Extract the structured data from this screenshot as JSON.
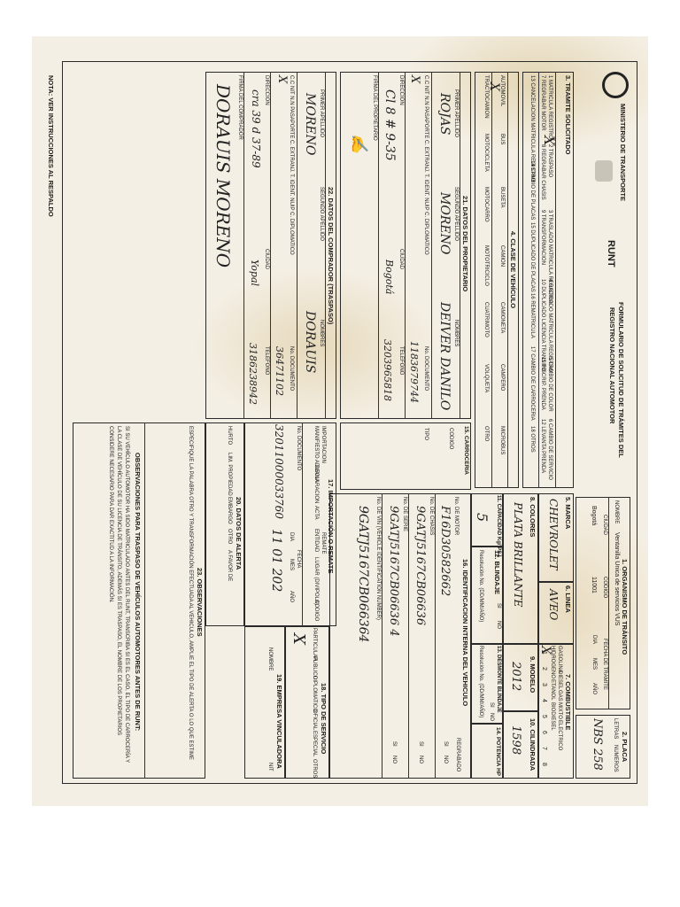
{
  "header": {
    "ministry": "MINISTERIO DE TRANSPORTE",
    "form_title_1": "FORMULARIO DE SOLICITUD DE TRÁMITES DEL",
    "form_title_2": "REGISTRO NACIONAL AUTOMOTOR",
    "runt_logo": "RUNT"
  },
  "organismo": {
    "section": "1. ORGANISMO DE TRÁNSITO",
    "nombre_label": "NOMBRE",
    "nombre_value": "Ventanilla Unica de servicios VUS",
    "ciudad_label": "CIUDAD",
    "ciudad_value": "Bogotá",
    "codigo_label": "CODIGO",
    "codigo_value": "11001",
    "fecha_label": "FECHA DE TRAMITE",
    "dia": "DIA",
    "mes": "MES",
    "ano": "AÑO"
  },
  "placa": {
    "section": "2. PLACA",
    "letras": "LETRAS",
    "numeros": "NUMEROS",
    "value": "NBS 258"
  },
  "tramite": {
    "section": "3. TRAMITE SOLICITADO",
    "items": [
      "1 MATRICULA REGISTRO",
      "2 TRASPASO",
      "3 TRASLADO MATRICULA REGISTRO",
      "4 RADICADO MATRICULA REGISTRO",
      "5 CAMBIO DE COLOR",
      "6 CAMBIO DE SERVICIO",
      "7 REGRABAR MOTOR",
      "8 REGRABAR CHASIS",
      "9 TRANSFORMACION",
      "10 DUPLICADO LICENCIA TRANSITO",
      "11 INSCRIP. PRENDA",
      "12 LEVANTA PRENDA",
      "13 CANCELACION MATRICULA REGISTRO",
      "14 CAMBIO DE PLACAS",
      "15 DUPLICADO DE PLACAS",
      "16 REMATRICULA",
      "17 CAMBIO DE CARROCERIA",
      "18 OTROS"
    ],
    "marked": "X"
  },
  "clase": {
    "section": "4. CLASE DE VEHÍCULO",
    "items": [
      "AUTOMOVIL",
      "BUS",
      "BUSETA",
      "CAMION",
      "CAMIONETA",
      "CAMPERO",
      "MICROBUS",
      "TRACTOCAMION",
      "MOTOCICLETA",
      "MOTOCARRO",
      "MOTOTRICICLO",
      "CUATRIMOTO",
      "VOLQUETA",
      "OTRO"
    ],
    "marked": "X"
  },
  "marca": {
    "section": "5. MARCA",
    "value": "CHEVROLET"
  },
  "linea": {
    "section": "6. LINEA",
    "value": "AVEO"
  },
  "combustible": {
    "section": "7. COMBUSTIBLE",
    "items": [
      "GASOLINA",
      "DIESEL",
      "GAS",
      "MIXTO",
      "ELECTRICO",
      "HIDROGENO",
      "ETANOL",
      "BIODIESEL"
    ],
    "nums": [
      "1",
      "2",
      "3",
      "4",
      "5",
      "6",
      "7",
      "8"
    ],
    "marked": "X"
  },
  "colores": {
    "section": "8. COLORES",
    "value": "PLATA BRILLANTE"
  },
  "modelo": {
    "section": "9. MODELO",
    "value": "2012"
  },
  "cilindrada": {
    "section": "10. CILINDRADA",
    "value": "1598"
  },
  "capacidad": {
    "section": "11. CAPACIDAD Kg/ PSJ",
    "value": "5"
  },
  "blindaje": {
    "section": "12. BLINDAJE",
    "si": "SI",
    "no": "NO",
    "resolucion": "Resolución No. (DD/MM/AÑO)"
  },
  "desmonte": {
    "section": "13. DESMONTE BLINDAJE",
    "si": "SI",
    "no": "NO",
    "resolucion": "Resolución No. (DD/MM/AÑO)"
  },
  "potencia": {
    "section": "14. POTENCIA HP"
  },
  "carroceria": {
    "section": "15. CARROCERIA",
    "codigo": "CODIGO",
    "tipo": "TIPO"
  },
  "identificacion": {
    "section": "16. IDENTIFICACION INTERNA DEL VEHICULO",
    "motor_label": "No. DE MOTOR",
    "motor_value": "F16D30582662",
    "chasis_label": "No. DE CHASIS",
    "chasis_value": "9GATJ5167CB06636",
    "serie_label": "No. DE SERIE",
    "serie_value": "9GATJ5167CB06636 4",
    "vin_label": "No. DE VIN (VEHICLE IDENTIFICATION NUMBER)",
    "vin_value": "9GATJ5167CB066364",
    "regrabado": "REGRABADO",
    "si": "SI",
    "no": "NO"
  },
  "importacion": {
    "section": "17. IMPORTACIÓN O REMATE",
    "importacion": "IMPORTACION",
    "remate": "REMATE",
    "manifiesto": "MANIFIESTO ADUANA",
    "declaracion": "DECLARACION",
    "acta": "ACTA",
    "entidad": "ENTIDAD",
    "lugar": "LUGAR (DIVIPOLA)",
    "codigo": "CODIGO",
    "numero_label": "No. DOCUMENTO",
    "numero_value": "32011000033760",
    "fecha_label": "FECHA",
    "dia": "DIA",
    "mes": "MES",
    "ano": "AÑO",
    "fecha_value": "11  01  202"
  },
  "servicio": {
    "section": "18. TIPO DE SERVICIO",
    "items": [
      "PARTICULAR",
      "PUBLICO",
      "DIPLOMATICO",
      "OFICIAL",
      "ESPECIAL",
      "OTROS"
    ],
    "marked": "X"
  },
  "empresa": {
    "section": "19. EMPRESA VINCULADORA",
    "nombre": "NOMBRE",
    "nit": "NIT"
  },
  "alerta": {
    "section": "20. DATOS DE ALERTA",
    "items": [
      "HURTO",
      "LIM. PROPIEDAD",
      "EMBARGO",
      "OTRO",
      "A FAVOR DE"
    ]
  },
  "propietario": {
    "section": "21. DATOS DEL PROPIETARIO",
    "primer_apellido_label": "PRIMER APELLIDO",
    "primer_apellido": "ROJAS",
    "segundo_apellido_label": "SEGUNDO APELLIDO",
    "segundo_apellido": "MORENO",
    "nombres_label": "NOMBRES",
    "nombres": "DEIVER DANILO",
    "doc_types": "C.C    NIT    N.N    PASAPORTE    C. EXTRANJ.    T. IDENT.    NUIP    C. DIPLOMATICO",
    "doc_marked": "X",
    "documento_label": "No. DOCUMENTO",
    "documento": "1183679744",
    "direccion_label": "DIRECCION",
    "direccion": "Cl 8 # 9-35",
    "ciudad_label": "CIUDAD",
    "ciudad": "Bogotá",
    "telefono_label": "TELEFONO",
    "telefono": "3203965818",
    "firma_label": "FIRMA DEL PROPIETARIO"
  },
  "comprador": {
    "section": "22. DATOS DEL COMPRADOR (TRASPASO)",
    "primer_apellido_label": "PRIMER APELLIDO",
    "primer_apellido": "MORENO",
    "segundo_apellido_label": "SEGUNDO APELLIDO",
    "nombres_label": "NOMBRES",
    "nombres": "DORAUIS",
    "doc_types": "C.C    NIT    N.N    PASAPORTE    C. EXTRANJ.    T. IDENT.    NUIP    C. DIPLOMATICO",
    "doc_marked": "X",
    "documento_label": "No. DOCUMENTO",
    "documento": "36471102",
    "direccion_label": "DIRECCION",
    "direccion": "cra 39 d 37-89",
    "ciudad_label": "CIUDAD",
    "ciudad": "Yopal",
    "telefono_label": "TELEFONO",
    "telefono": "3186238942",
    "firma_label": "FIRMA DEL COMPRADOR",
    "firma": "DORAUIS MORENO"
  },
  "observaciones": {
    "section": "23. OBSERVACIONES",
    "line": "ESPECIFIQUE LA PALABRA OTRO Y TRANSFORMACIÓN EFECTUADA AL VEHICULO, AMPLIE EL TIPO DE ALERTA O LO QUE ESTIME",
    "traspaso_title": "OBSERVACIONES PARA TRASPASO DE VEHÍCULOS AUTOMOTORES ANTES DE RUNT:",
    "traspaso_1": "SI SU VEHÍCULO AUTOMOTOR HA SIDO MATRICULADO ANTES DEL RUNT, TRANSCRIBA SI ES EL CASO, EL TIPO DE CARROCERÍA Y",
    "traspaso_2": "LA CLASE DE VEHÍCULO DE SU LICENCIA DE TRÁNSITO, ADEMÁS SI ES TRASPASO, EL NOMBRE DE LOS PROPIETARIOS",
    "traspaso_3": "CONSIDERE NECESARIO PARA DAR EXACTITUD A LA INFORMACIÓN."
  },
  "footer": {
    "nota": "NOTA: VER INSTRUCCIONES AL RESPALDO"
  }
}
